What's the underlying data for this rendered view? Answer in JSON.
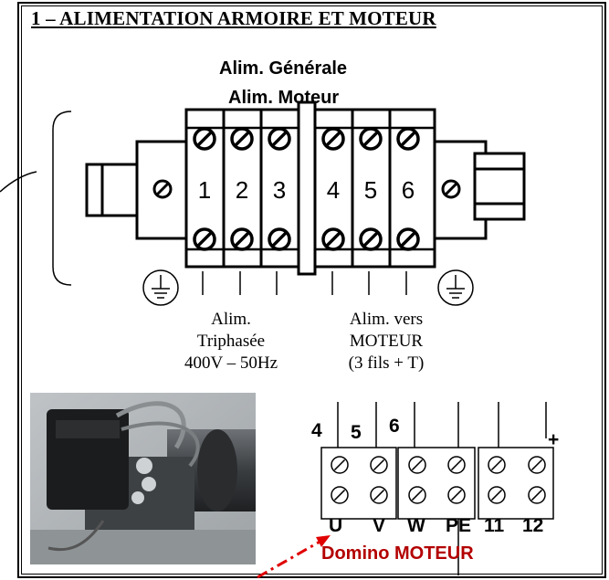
{
  "title": "1 – ALIMENTATION ARMOIRE ET MOTEUR",
  "labels": {
    "alim_generale": "Alim. Générale",
    "alim_moteur": "Alim. Moteur"
  },
  "terminal_block": {
    "numbers": [
      "1",
      "2",
      "3",
      "4",
      "5",
      "6"
    ]
  },
  "captions": {
    "left": [
      "Alim.",
      "Triphasée",
      "400V – 50Hz"
    ],
    "right": [
      "Alim. vers",
      "MOTEUR",
      "(3 fils + T)"
    ]
  },
  "domino": {
    "top_numbers": [
      "4",
      "5",
      "6",
      "+"
    ],
    "bottom_labels": [
      "U",
      "V",
      "W",
      "PE",
      "11",
      "12"
    ],
    "name": "Domino MOTEUR"
  },
  "colors": {
    "line": "#000000",
    "arrow": "#e00000",
    "domino_label": "#b30000"
  }
}
